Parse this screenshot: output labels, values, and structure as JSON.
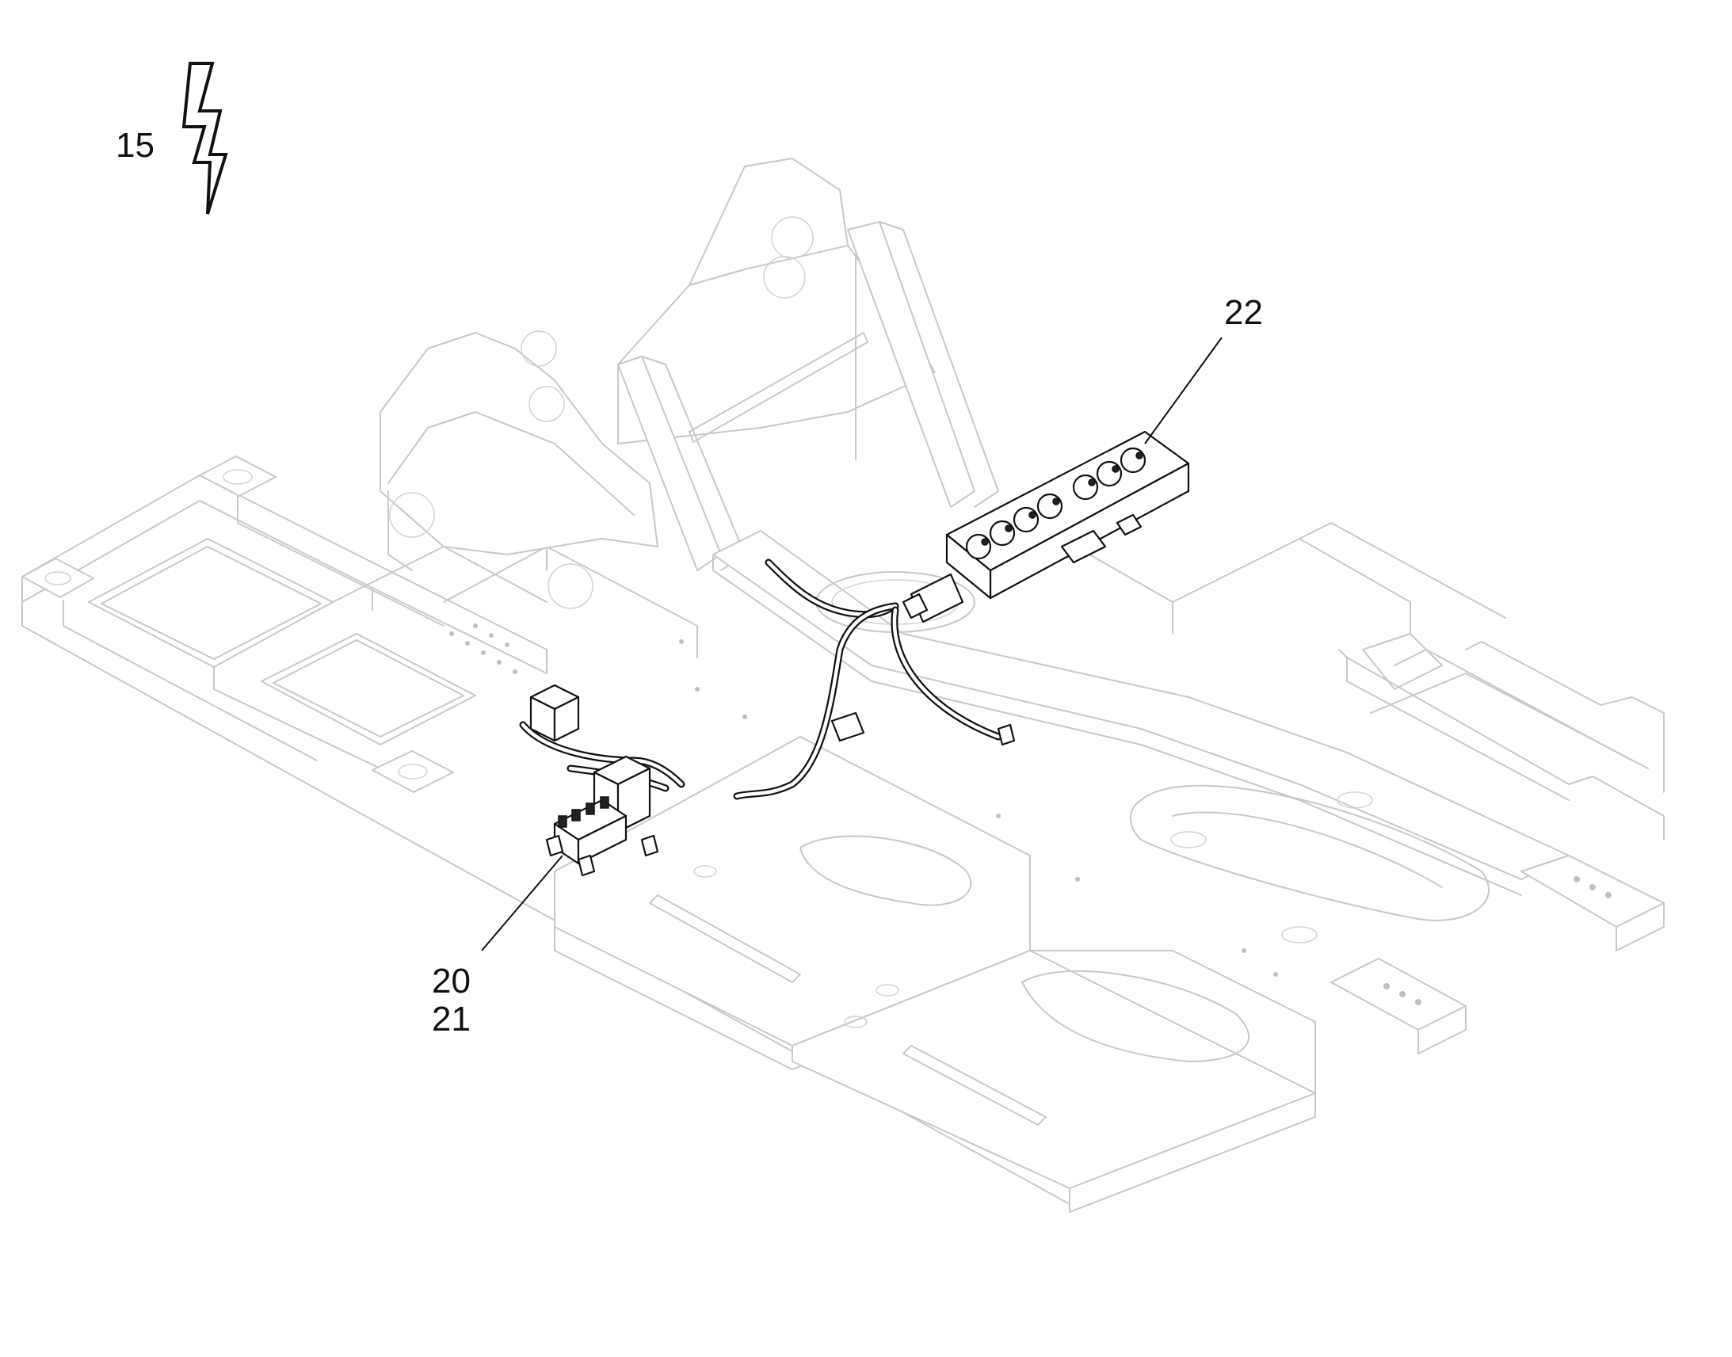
{
  "callouts": {
    "ref_15": "15",
    "ref_20": "20",
    "ref_21": "21",
    "ref_22": "22"
  },
  "symbols": {
    "electrical": "lightning-bolt-icon"
  },
  "colors": {
    "line_art": "#c8c8c8",
    "highlight": "#111111",
    "background": "#ffffff"
  }
}
